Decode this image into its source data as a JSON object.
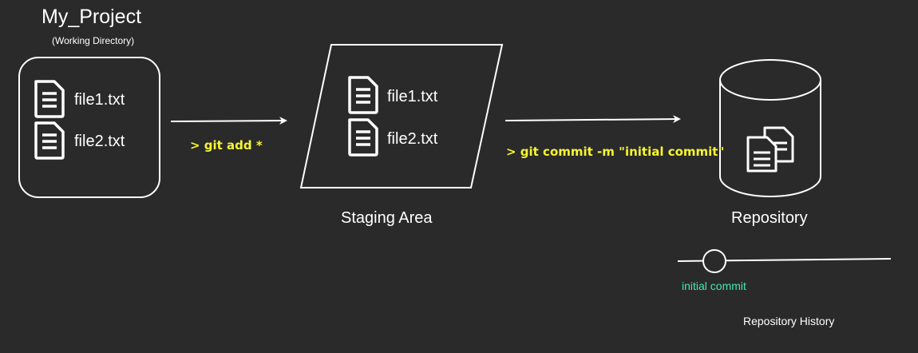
{
  "working_dir": {
    "title": "My_Project",
    "subtitle": "(Working Directory)",
    "files": [
      "file1.txt",
      "file2.txt"
    ]
  },
  "staging": {
    "label": "Staging Area",
    "files": [
      "file1.txt",
      "file2.txt"
    ]
  },
  "commands": {
    "add": "> git add *",
    "commit": "> git commit -m \"initial commit\""
  },
  "repository": {
    "label": "Repository",
    "icon": "copy-files-icon"
  },
  "history": {
    "commit_label": "initial commit",
    "label": "Repository History"
  },
  "colors": {
    "background": "#2a2a2a",
    "foreground": "#ffffff",
    "command": "#f5f531",
    "commit": "#42e8b0"
  }
}
